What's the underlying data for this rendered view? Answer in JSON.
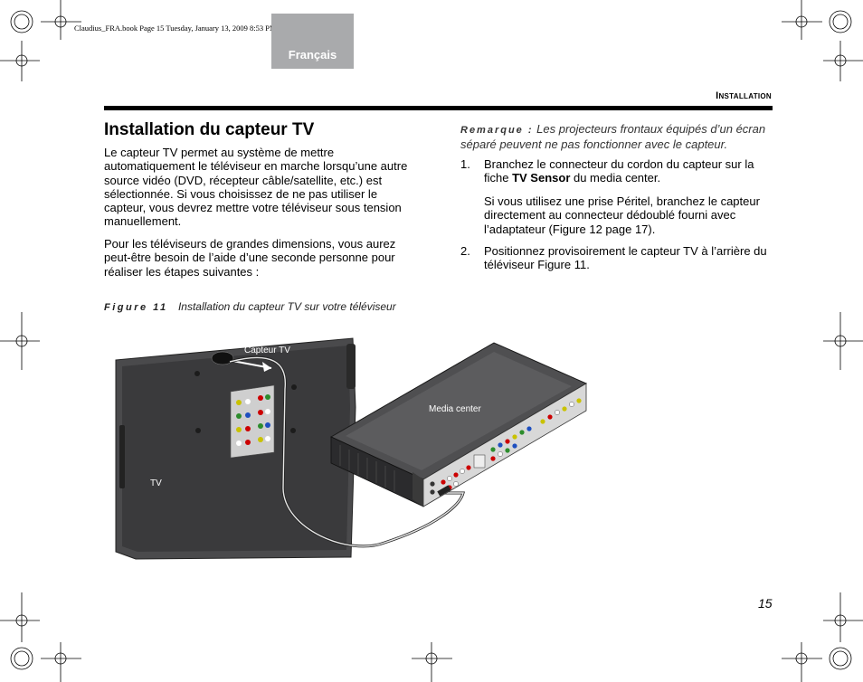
{
  "print_info": "Claudius_FRA.book  Page 15  Tuesday, January 13, 2009  8:53 PM",
  "language_tab": "Français",
  "section_header": "Installation",
  "title": "Installation du capteur TV",
  "intro_paragraphs": [
    "Le capteur TV permet au système de mettre automatiquement le téléviseur en marche lorsqu’une autre source vidéo (DVD, récepteur câble/satellite, etc.) est sélectionnée. Si vous choisissez de ne pas utiliser le capteur, vous devrez mettre votre téléviseur sous tension manuellement.",
    "Pour les téléviseurs de grandes dimensions, vous aurez peut-être besoin de l’aide d’une seconde personne pour réaliser les étapes suivantes :"
  ],
  "note": {
    "label": "Remarque :",
    "text": "Les projecteurs frontaux équipés d’un écran séparé peuvent ne pas fonctionner avec le capteur."
  },
  "steps": [
    {
      "number": "1.",
      "text_before": "Branchez le connecteur du cordon du capteur sur la fiche ",
      "bold": "TV Sensor",
      "text_after": " du media center.",
      "sub": "Si vous utilisez une prise Péritel, branchez le capteur directement au connecteur dédoublé fourni avec l’adaptateur (Figure 12 page 17)."
    },
    {
      "number": "2.",
      "text": "Positionnez provisoirement le capteur TV à l’arrière du téléviseur Figure 11."
    }
  ],
  "figure": {
    "label": "Figure 11",
    "caption": "Installation du capteur TV sur votre téléviseur",
    "labels": {
      "sensor": "Capteur TV",
      "media_center": "Media center",
      "tv": "TV"
    }
  },
  "page_number": "15"
}
